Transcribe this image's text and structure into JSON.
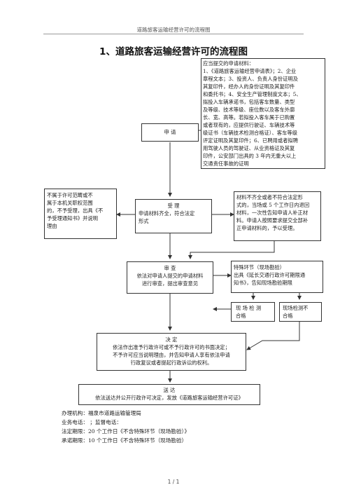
{
  "header": "道路旅客运输经营许可的流程图",
  "title": "1、道路旅客运输经营许可的流程图",
  "materials": {
    "lines": [
      "应当提交的申请材料：",
      "1、《道路旅客运输经营申请表》；2、企业",
      "章程文本；3、投资人、负责人身份证明及",
      "其复印件，经办人的身份证明及其复印件",
      "和委托书；4、安全生产管理制度文本；5、",
      "拟投入车辆承诺书，包括客车数量、类型",
      "及等级、技术等级、座位数以及客车外廓",
      "长、宽、高等。若拟投入客车属于已购置",
      "或者现有的，应提供行驶证、车辆技术等",
      "级证书（车辆技术检测合格证）、客车等级",
      "评定证明及其复印件；6、已聘用或者拟聘",
      "用驾驶人员的驾驶证、从业资格证及其复",
      "印件，公安部门出具的 3 年内无重大以上",
      "交通责任事故的证明"
    ]
  },
  "apply": {
    "label": "申  请"
  },
  "reject": {
    "lines": [
      "不属于许可范畴或不",
      "属于本机关职权范围",
      "的，不予受理，出具《不",
      "予受理通知书》并说明",
      "理由"
    ]
  },
  "accept": {
    "title": "受  理",
    "lines": [
      "申请材料齐全，符合法定",
      "形式"
    ]
  },
  "incomplete": {
    "lines": [
      "材料不齐全或者不符合法定形",
      "式的，当场或 5 个工作日内退回",
      "材料，一次性告知申请人补正材",
      "料。申请人按照要求提交全部补",
      "正申请材料的，予以受理。"
    ]
  },
  "review": {
    "title": "审  查",
    "lines": [
      "依法对申请人提交的申请材料",
      "进行审查，提出审查意见"
    ]
  },
  "special": {
    "lines": [
      "特殊环节（现场勘验）",
      "出具《延长交通行政许可期限通",
      "知书》，告知现场勘验期限"
    ]
  },
  "pass": {
    "lines": [
      "现 场 检 测",
      "合格"
    ]
  },
  "fail": {
    "lines": [
      "现场检测不",
      "合格"
    ]
  },
  "decision": {
    "title": "决  定",
    "lines": [
      "依法作出准予行政许可或不予行政许可的书面决定；",
      "不予许可应当说明理由，并告知申请人享有依法申请",
      "行政复议或者提起行政诉讼的权利。"
    ]
  },
  "delivery": {
    "title": "送  达",
    "lines": [
      "依法送达并公开行政许可决定，发放《道路旅客运输经营许可证》"
    ]
  },
  "info": {
    "agency": "办理机构：福泉市道路运输管理局",
    "phone": "业务电话：  ；监督电话：",
    "legal_deadline": "法定期限：20 个工作日《不含特殊环节（现场勘验）》",
    "promise_deadline": "承诺期限：10 个工作日《不含特殊环节（现场勘验）"
  },
  "footer": "1 / 1"
}
